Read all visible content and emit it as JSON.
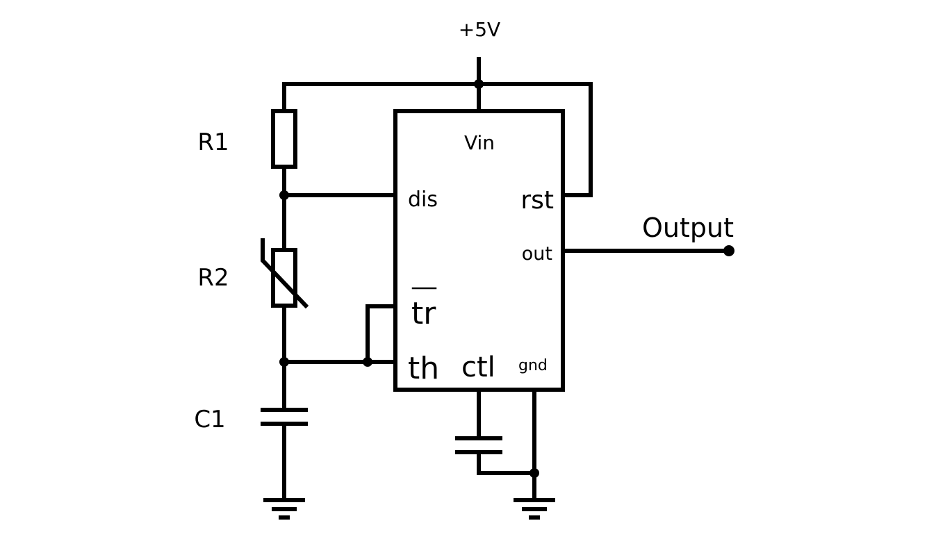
{
  "supply": {
    "label": "+5V"
  },
  "components": {
    "r1": {
      "label": "R1"
    },
    "r2": {
      "label": "R2"
    },
    "c1": {
      "label": "C1"
    }
  },
  "ic": {
    "pins": {
      "vin": "Vin",
      "dis": "dis",
      "rst": "rst",
      "out": "out",
      "tr": "tr",
      "th": "th",
      "ctl": "ctl",
      "gnd": "gnd"
    }
  },
  "output": {
    "label": "Output"
  }
}
